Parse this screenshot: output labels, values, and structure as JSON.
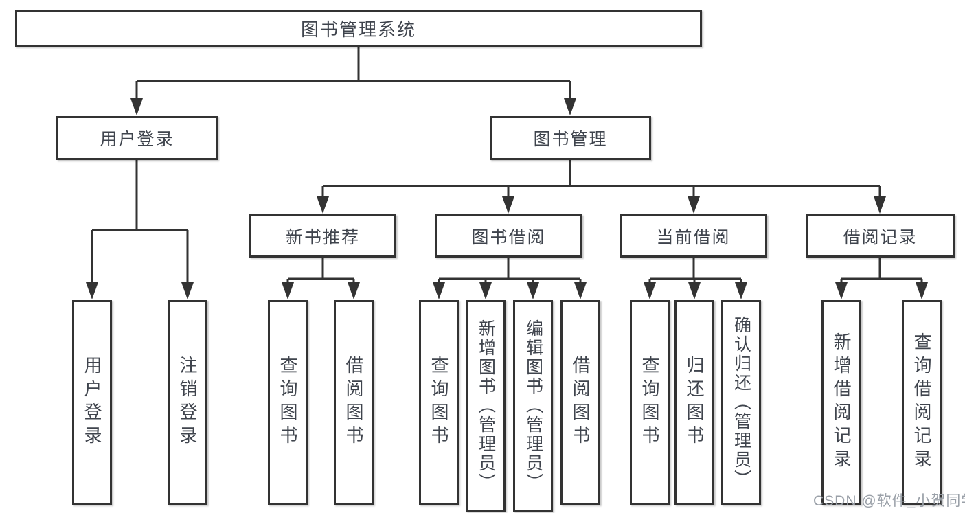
{
  "diagram_title": "图书管理系统",
  "tree": {
    "label": "图书管理系统",
    "children": [
      {
        "label": "用户登录",
        "children": [
          {
            "label": "用户登录"
          },
          {
            "label": "注销登录"
          }
        ]
      },
      {
        "label": "图书管理",
        "children": [
          {
            "label": "新书推荐",
            "children": [
              {
                "label": "查询图书"
              },
              {
                "label": "借阅图书"
              }
            ]
          },
          {
            "label": "图书借阅",
            "children": [
              {
                "label": "查询图书"
              },
              {
                "label": "新增图书（管理员）"
              },
              {
                "label": "编辑图书（管理员）"
              },
              {
                "label": "借阅图书"
              }
            ]
          },
          {
            "label": "当前借阅",
            "children": [
              {
                "label": "查询图书"
              },
              {
                "label": "归还图书"
              },
              {
                "label": "确认归还（管理员）"
              }
            ]
          },
          {
            "label": "借阅记录",
            "children": [
              {
                "label": "新增借阅记录"
              },
              {
                "label": "查询借阅记录"
              }
            ]
          }
        ]
      }
    ]
  },
  "watermark": {
    "text": "CSDN @软件_小贺同学"
  },
  "colors": {
    "line": "#333333",
    "box_border": "#333333",
    "box_fill": "#ffffff",
    "text": "#3f444d",
    "watermark": "#9aa0a8",
    "background": "#ffffff"
  }
}
